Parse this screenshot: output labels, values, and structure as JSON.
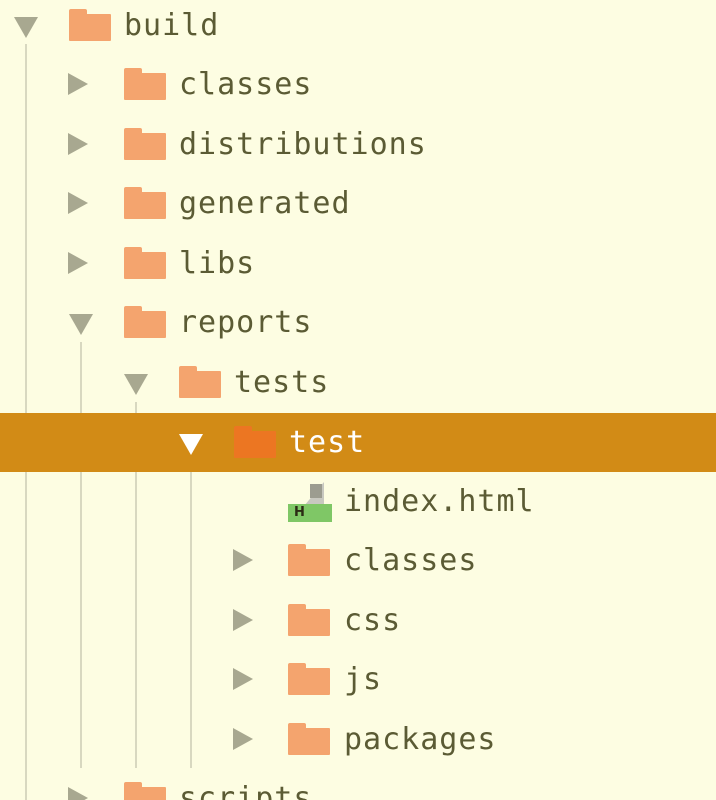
{
  "tree": {
    "rows": [
      {
        "label": "build",
        "kind": "folder",
        "state": "expanded",
        "depth": 0,
        "selected": false
      },
      {
        "label": "classes",
        "kind": "folder",
        "state": "collapsed",
        "depth": 1,
        "selected": false
      },
      {
        "label": "distributions",
        "kind": "folder",
        "state": "collapsed",
        "depth": 1,
        "selected": false
      },
      {
        "label": "generated",
        "kind": "folder",
        "state": "collapsed",
        "depth": 1,
        "selected": false
      },
      {
        "label": "libs",
        "kind": "folder",
        "state": "collapsed",
        "depth": 1,
        "selected": false
      },
      {
        "label": "reports",
        "kind": "folder",
        "state": "expanded",
        "depth": 1,
        "selected": false
      },
      {
        "label": "tests",
        "kind": "folder",
        "state": "expanded",
        "depth": 2,
        "selected": false
      },
      {
        "label": "test",
        "kind": "folder",
        "state": "expanded",
        "depth": 3,
        "selected": true
      },
      {
        "label": "index.html",
        "kind": "html-file",
        "state": "leaf",
        "depth": 4,
        "selected": false
      },
      {
        "label": "classes",
        "kind": "folder",
        "state": "collapsed",
        "depth": 4,
        "selected": false
      },
      {
        "label": "css",
        "kind": "folder",
        "state": "collapsed",
        "depth": 4,
        "selected": false
      },
      {
        "label": "js",
        "kind": "folder",
        "state": "collapsed",
        "depth": 4,
        "selected": false
      },
      {
        "label": "packages",
        "kind": "folder",
        "state": "collapsed",
        "depth": 4,
        "selected": false
      },
      {
        "label": "scripts",
        "kind": "folder",
        "state": "collapsed",
        "depth": 1,
        "selected": false
      }
    ],
    "html_badge": "H"
  },
  "colors": {
    "background": "#fdfde2",
    "selection": "#d28b16",
    "folder": "#f4a46e",
    "selected_folder": "#ec7622",
    "text": "#5b5b34",
    "html_badge": "#7fc766"
  },
  "icons": {
    "folder": "folder-icon",
    "html_file": "html-file-icon",
    "expanded": "chevron-down-icon",
    "collapsed": "chevron-right-icon"
  }
}
